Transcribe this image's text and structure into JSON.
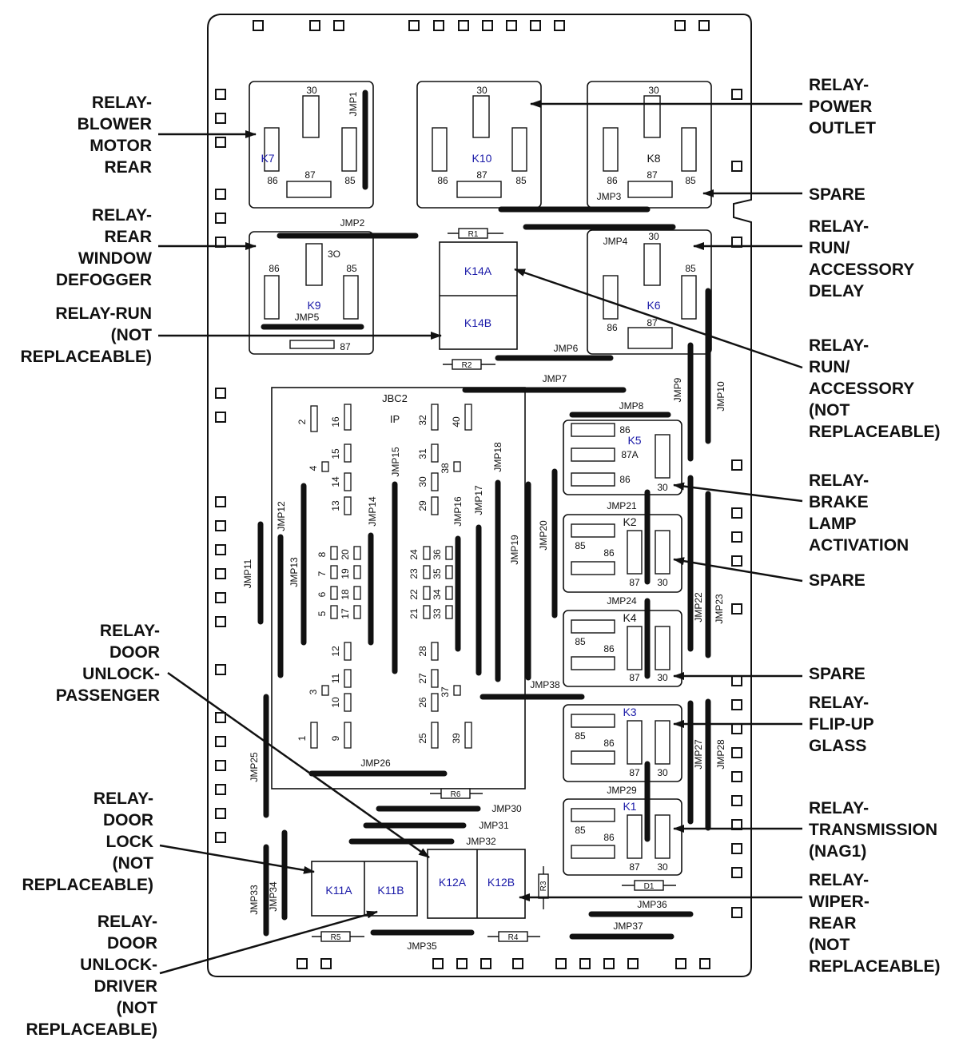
{
  "colors": {
    "line": "#111111",
    "relay_id": "#1a1aa8",
    "bar": "#111111"
  },
  "callouts": {
    "blower_motor_rear": "RELAY-\nBLOWER\nMOTOR\nREAR",
    "rear_window_defogger": "RELAY-\nREAR\nWINDOW\nDEFOGGER",
    "run_not_replaceable": "RELAY-RUN\n(NOT\nREPLACEABLE)",
    "door_unlock_passenger": "RELAY-\nDOOR\nUNLOCK-\nPASSENGER",
    "door_lock": "RELAY-\nDOOR\nLOCK\n(NOT\nREPLACEABLE)",
    "door_unlock_driver": "RELAY-\nDOOR\nUNLOCK-\nDRIVER\n(NOT\nREPLACEABLE)",
    "power_outlet": "RELAY-\nPOWER\nOUTLET",
    "spare_1": "SPARE",
    "run_accessory_delay": "RELAY-\nRUN/\nACCESSORY\nDELAY",
    "run_accessory_not_replaceable": "RELAY-\nRUN/\nACCESSORY\n(NOT\nREPLACEABLE)",
    "brake_lamp_activation": "RELAY-\nBRAKE\nLAMP\nACTIVATION",
    "spare_2": "SPARE",
    "spare_3": "SPARE",
    "flip_up_glass": "RELAY-\nFLIP-UP\nGLASS",
    "transmission_nag1": "RELAY-\nTRANSMISSION\n(NAG1)",
    "wiper_rear": "RELAY-\nWIPER-\nREAR\n(NOT\nREPLACEABLE)"
  },
  "relays": {
    "k7": "K7",
    "k10": "K10",
    "k8": "K8",
    "k9": "K9",
    "k6": "K6",
    "k14a": "K14A",
    "k14b": "K14B",
    "k5": "K5",
    "k2": "K2",
    "k4": "K4",
    "k3": "K3",
    "k1": "K1",
    "k11a": "K11A",
    "k11b": "K11B",
    "k12a": "K12A",
    "k12b": "K12B"
  },
  "jbc": {
    "label": "JBC2",
    "sub": "IP"
  },
  "pins": {
    "p30": "30",
    "p85": "85",
    "p86": "86",
    "p87": "87",
    "p87a": "87A",
    "p3o": "3O"
  },
  "resistors": {
    "r1": "R1",
    "r2": "R2",
    "r3": "R3",
    "r4": "R4",
    "r5": "R5",
    "r6": "R6",
    "d1": "D1"
  },
  "jumpers": {
    "jmp1": "JMP1",
    "jmp2": "JMP2",
    "jmp3": "JMP3",
    "jmp4": "JMP4",
    "jmp5": "JMP5",
    "jmp6": "JMP6",
    "jmp7": "JMP7",
    "jmp8": "JMP8",
    "jmp9": "JMP9",
    "jmp10": "JMP10",
    "jmp11": "JMP11",
    "jmp12": "JMP12",
    "jmp13": "JMP13",
    "jmp14": "JMP14",
    "jmp15": "JMP15",
    "jmp16": "JMP16",
    "jmp17": "JMP17",
    "jmp18": "JMP18",
    "jmp19": "JMP19",
    "jmp20": "JMP20",
    "jmp21": "JMP21",
    "jmp22": "JMP22",
    "jmp23": "JMP23",
    "jmp24": "JMP24",
    "jmp25": "JMP25",
    "jmp26": "JMP26",
    "jmp27": "JMP27",
    "jmp28": "JMP28",
    "jmp29": "JMP29",
    "jmp30": "JMP30",
    "jmp31": "JMP31",
    "jmp32": "JMP32",
    "jmp33": "JMP33",
    "jmp34": "JMP34",
    "jmp35": "JMP35",
    "jmp36": "JMP36",
    "jmp37": "JMP37",
    "jmp38": "JMP38"
  },
  "fuses": {
    "f1": "1",
    "f2": "2",
    "f3": "3",
    "f4": "4",
    "f5": "5",
    "f6": "6",
    "f7": "7",
    "f8": "8",
    "f9": "9",
    "f10": "10",
    "f11": "11",
    "f12": "12",
    "f13": "13",
    "f14": "14",
    "f15": "15",
    "f16": "16",
    "f17": "17",
    "f18": "18",
    "f19": "19",
    "f20": "20",
    "f21": "21",
    "f22": "22",
    "f23": "23",
    "f24": "24",
    "f25": "25",
    "f26": "26",
    "f27": "27",
    "f28": "28",
    "f29": "29",
    "f30": "30",
    "f31": "31",
    "f32": "32",
    "f33": "33",
    "f34": "34",
    "f35": "35",
    "f36": "36",
    "f37": "37",
    "f38": "38",
    "f39": "39",
    "f40": "40"
  }
}
